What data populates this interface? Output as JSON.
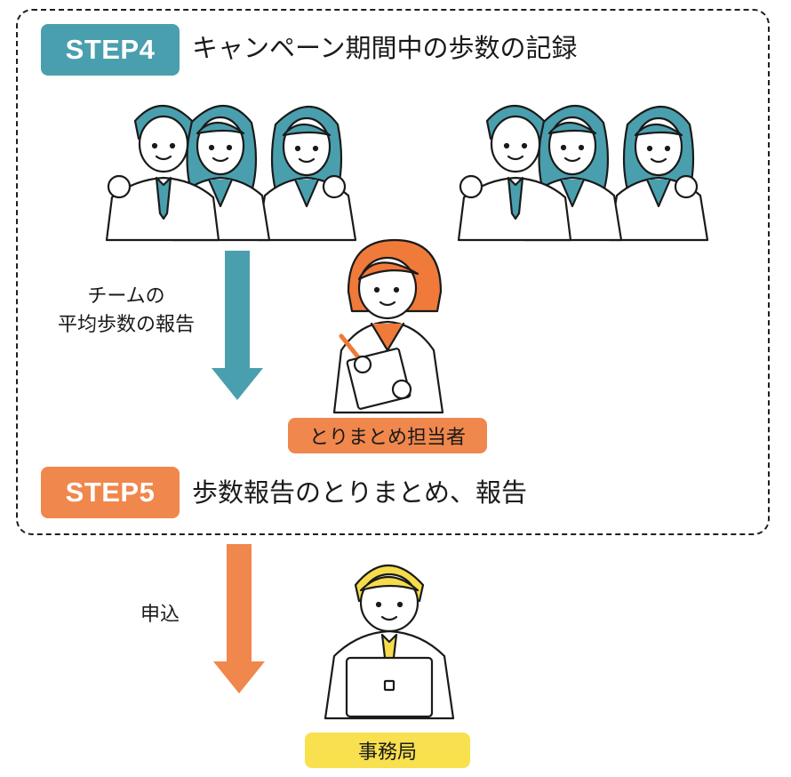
{
  "colors": {
    "teal": "#4a9fae",
    "orange": "#f0874c",
    "yellow": "#f8e04e",
    "hair_orange": "#ef7a3a",
    "hair_yellow": "#f6dc4b",
    "line": "#1a1a1a"
  },
  "step4": {
    "badge": "STEP4",
    "title": "キャンペーン期間中の歩数の記録"
  },
  "step5": {
    "badge": "STEP5",
    "title": "歩数報告のとりまとめ、報告"
  },
  "arrow1": {
    "label_line1": "チームの",
    "label_line2": "平均歩数の報告"
  },
  "arrow2": {
    "label": "申込"
  },
  "coordinator": {
    "label": "とりまとめ担当者"
  },
  "office": {
    "label": "事務局"
  },
  "icons": [
    "team-group-icon",
    "coordinator-person-icon",
    "office-person-laptop-icon",
    "down-arrow-icon"
  ]
}
